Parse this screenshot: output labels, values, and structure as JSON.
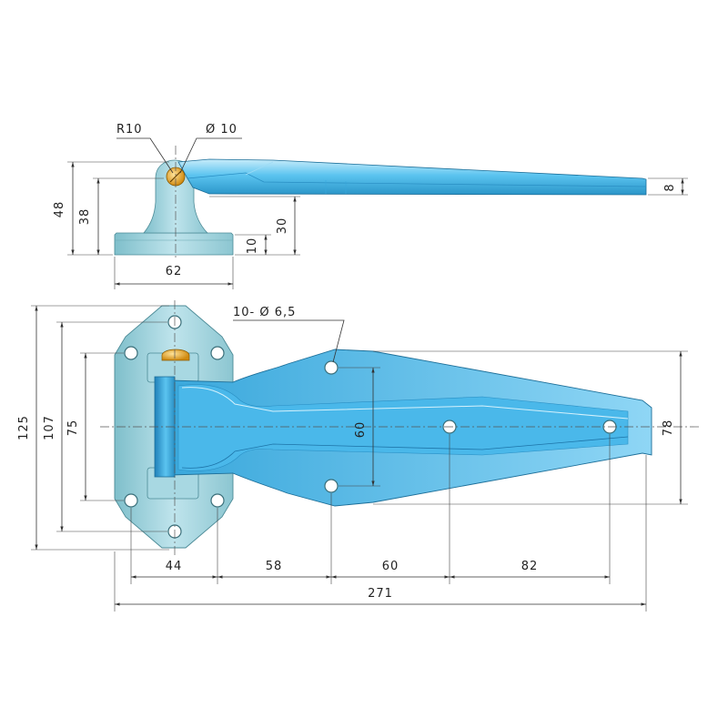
{
  "colors": {
    "body": "#5bc4f0",
    "body_light": "#b3e3f7",
    "body_dark": "#2a95c8",
    "base": "#9fd3dd",
    "base_dark": "#6fb0bd",
    "pin": "#e3a325",
    "line": "#333333"
  },
  "labels": {
    "radius": "R10",
    "pin_dia": "Ø 10",
    "h48": "48",
    "h38": "38",
    "h30": "30",
    "h10": "10",
    "t8": "8",
    "w62": "62",
    "holes": "10- Ø 6,5",
    "v125": "125",
    "v107": "107",
    "v75": "75",
    "v60": "60",
    "v78": "78",
    "d44": "44",
    "d58": "58",
    "d60": "60",
    "d82": "82",
    "d271": "271"
  }
}
